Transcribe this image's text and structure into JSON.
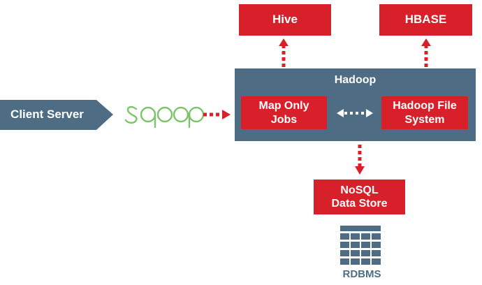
{
  "nodes": {
    "client_server": "Client Server",
    "sqoop": "sqoop",
    "hadoop": "Hadoop",
    "map_only_jobs": "Map Only\nJobs",
    "hadoop_file_system": "Hadoop File\nSystem",
    "hive": "Hive",
    "hbase": "HBASE",
    "nosql_data_store": "NoSQL\nData Store",
    "rdbms": "RDBMS"
  },
  "edges": [
    {
      "from": "client_server",
      "to": "hadoop",
      "via": "sqoop",
      "style": "dotted-arrow"
    },
    {
      "from": "hadoop",
      "to": "hive",
      "style": "dotted-arrow"
    },
    {
      "from": "hadoop",
      "to": "hbase",
      "style": "dotted-arrow"
    },
    {
      "from": "map_only_jobs",
      "to": "hadoop_file_system",
      "style": "dotted-bidirectional"
    },
    {
      "from": "hadoop",
      "to": "nosql_data_store",
      "style": "dotted-arrow"
    }
  ],
  "colors": {
    "red": "#d8202b",
    "steel_blue": "#4e6d85",
    "sqoop_green": "#7cc36a",
    "white": "#ffffff"
  },
  "icons": {
    "sqoop_logo": "sqoop-logo-icon",
    "database": "database-table-icon"
  }
}
